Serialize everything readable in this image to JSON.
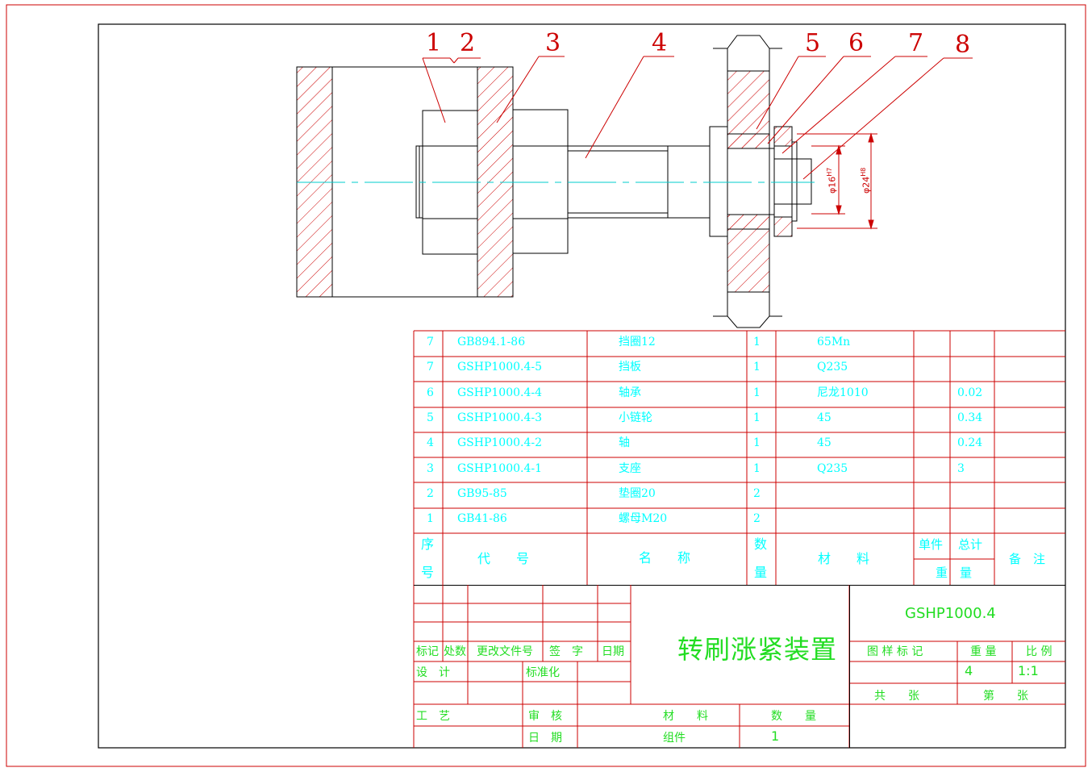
{
  "callouts": [
    "1",
    "2",
    "3",
    "4",
    "5",
    "6",
    "7",
    "8"
  ],
  "dimensions": {
    "bore": "φ16",
    "bore_tol": "H7",
    "outer": "φ24",
    "outer_tol": "H8"
  },
  "parts_list": {
    "rows": [
      {
        "no": "7",
        "code": "GB894.1-86",
        "name": "挡圈12",
        "qty": "1",
        "material": "65Mn",
        "unit_weight": "",
        "total_weight": "",
        "remark": ""
      },
      {
        "no": "7",
        "code": "GSHP1000.4-5",
        "name": "挡板",
        "qty": "1",
        "material": "Q235",
        "unit_weight": "",
        "total_weight": "",
        "remark": ""
      },
      {
        "no": "6",
        "code": "GSHP1000.4-4",
        "name": "轴承",
        "qty": "1",
        "material": "尼龙1010",
        "unit_weight": "",
        "total_weight": "0.02",
        "remark": ""
      },
      {
        "no": "5",
        "code": "GSHP1000.4-3",
        "name": "小链轮",
        "qty": "1",
        "material": "45",
        "unit_weight": "",
        "total_weight": "0.34",
        "remark": ""
      },
      {
        "no": "4",
        "code": "GSHP1000.4-2",
        "name": "轴",
        "qty": "1",
        "material": "45",
        "unit_weight": "",
        "total_weight": "0.24",
        "remark": ""
      },
      {
        "no": "3",
        "code": "GSHP1000.4-1",
        "name": "支座",
        "qty": "1",
        "material": "Q235",
        "unit_weight": "",
        "total_weight": "3",
        "remark": ""
      },
      {
        "no": "2",
        "code": "GB95-85",
        "name": "垫圈20",
        "qty": "2",
        "material": "",
        "unit_weight": "",
        "total_weight": "",
        "remark": ""
      },
      {
        "no": "1",
        "code": "GB41-86",
        "name": "螺母M20",
        "qty": "2",
        "material": "",
        "unit_weight": "",
        "total_weight": "",
        "remark": ""
      }
    ],
    "header": {
      "no_top": "序",
      "no_bottom": "号",
      "code": "代　　号",
      "name": "名　　称",
      "qty_top": "数",
      "qty_bottom": "量",
      "material": "材　　料",
      "unit": "单件",
      "total": "总计",
      "weight": "重　量",
      "remark": "备　注"
    }
  },
  "title_block": {
    "drawing_no": "GSHP1000.4",
    "title": "转刷涨紧装置",
    "rev_headers": [
      "标记",
      "处数",
      "更改文件号",
      "签　字",
      "日期"
    ],
    "design": "设　计",
    "standard": "标准化",
    "process": "工　艺",
    "review": "审　核",
    "date": "日　期",
    "material_label": "材　　料",
    "quantity_label": "数　　量",
    "assembly_label": "组件",
    "quantity_value": "1",
    "pattern_mark": "图 样 标 记",
    "weight_label": "重 量",
    "scale_label": "比 例",
    "weight_value": "4",
    "scale_value": "1:1",
    "sheets_total": "共　　张",
    "sheet_no": "第　　张"
  },
  "colors": {
    "frame": "#cc0000",
    "outline": "#000000",
    "text_table": "#00ffff",
    "text_title": "#22dd22",
    "centerline": "#00cccc"
  }
}
